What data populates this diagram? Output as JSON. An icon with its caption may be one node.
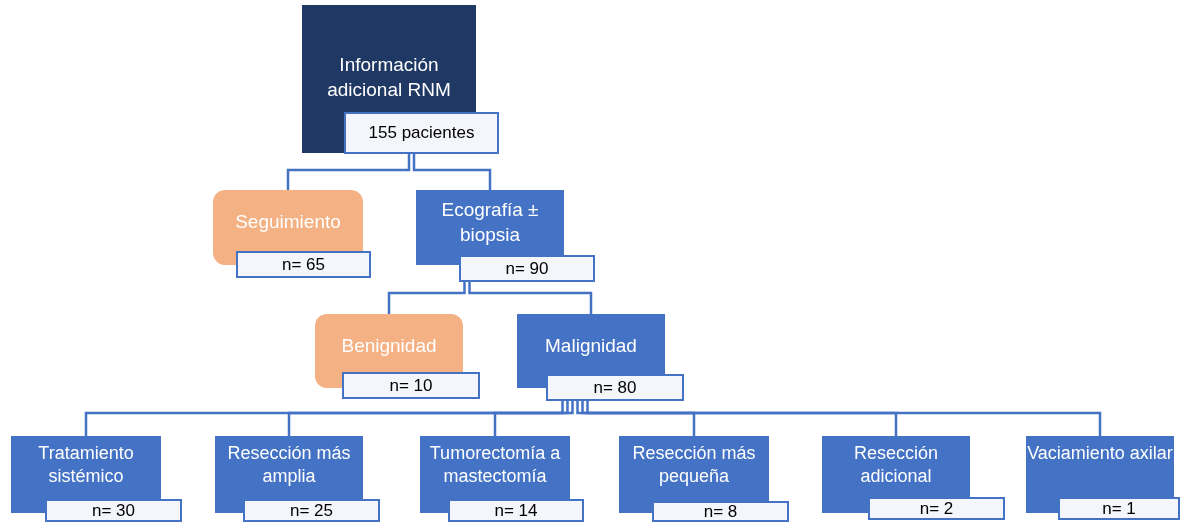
{
  "diagram": {
    "nodes": [
      {
        "text": [
          "Información adicional RNM",
          "155 pacientes"
        ]
      },
      {
        "text": [
          "Seguimiento",
          "n= 65"
        ]
      },
      {
        "text": [
          "Ecografía ± biopsia",
          "n= 90"
        ]
      },
      {
        "text": [
          "Benignidad",
          "n= 10"
        ]
      },
      {
        "text": [
          "Malignidad",
          "n= 80"
        ]
      },
      {
        "text": [
          "Tratamiento sistémico",
          "n= 30"
        ]
      },
      {
        "text": [
          "Resección más amplia",
          "n= 25"
        ]
      },
      {
        "text": [
          "Tumorectomía a mastectomía",
          "n= 14"
        ]
      },
      {
        "text": [
          "Resección más pequeña",
          "n= 8"
        ]
      },
      {
        "text": [
          "Resección adicional",
          "n= 2"
        ]
      },
      {
        "text": [
          "Vaciamiento axilar",
          "n= 1"
        ]
      }
    ],
    "edges": [
      {
        "from": 0,
        "to": 1,
        "arrow": "none"
      },
      {
        "from": 0,
        "to": 2,
        "arrow": "none"
      },
      {
        "from": 2,
        "to": 3,
        "arrow": "none"
      },
      {
        "from": 2,
        "to": 4,
        "arrow": "none"
      },
      {
        "from": 4,
        "to": 5,
        "arrow": "none"
      },
      {
        "from": 4,
        "to": 6,
        "arrow": "none"
      },
      {
        "from": 4,
        "to": 7,
        "arrow": "none"
      },
      {
        "from": 4,
        "to": 8,
        "arrow": "none"
      },
      {
        "from": 4,
        "to": 9,
        "arrow": "none"
      },
      {
        "from": 4,
        "to": 10,
        "arrow": "none"
      }
    ]
  }
}
